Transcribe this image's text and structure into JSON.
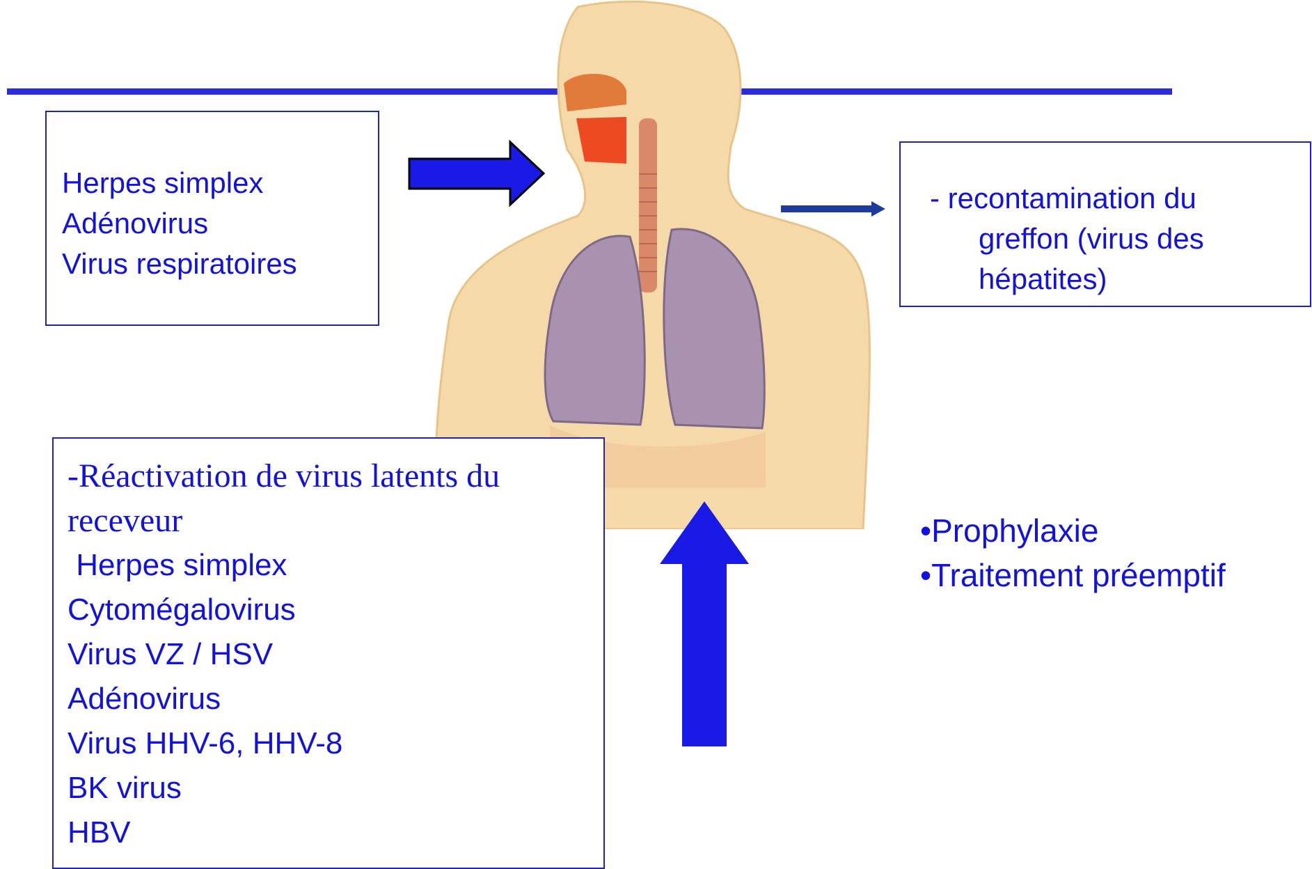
{
  "upper_left_box": {
    "lines": [
      "Herpes simplex",
      "Adénovirus",
      "Virus respiratoires"
    ]
  },
  "upper_right_box": {
    "line1": "- recontamination du",
    "line2": "greffon (virus des",
    "line3": "hépatites)"
  },
  "lower_left_box": {
    "header_line1": "-Réactivation de virus latents du",
    "header_line2": "receveur",
    "viruses": [
      " Herpes simplex",
      "Cytomégalovirus",
      "Virus VZ / HSV",
      "Adénovirus",
      "Virus HHV-6, HHV-8",
      "BK virus",
      "HBV"
    ]
  },
  "right_list": {
    "items": [
      "•Prophylaxie",
      "•Traitement préemptif"
    ]
  },
  "colors": {
    "accent_blue": "#1212e0",
    "rule_blue": "#2a2ae0",
    "box_border": "#1e22b8",
    "skin": "#f6d9a8",
    "lung": "#a892b0",
    "mouth_red": "#e8522a"
  },
  "icons": {
    "illustration": "respiratory-system-illustration",
    "arrows": [
      "arrow-right-large",
      "arrow-right-small",
      "arrow-up-large"
    ]
  }
}
